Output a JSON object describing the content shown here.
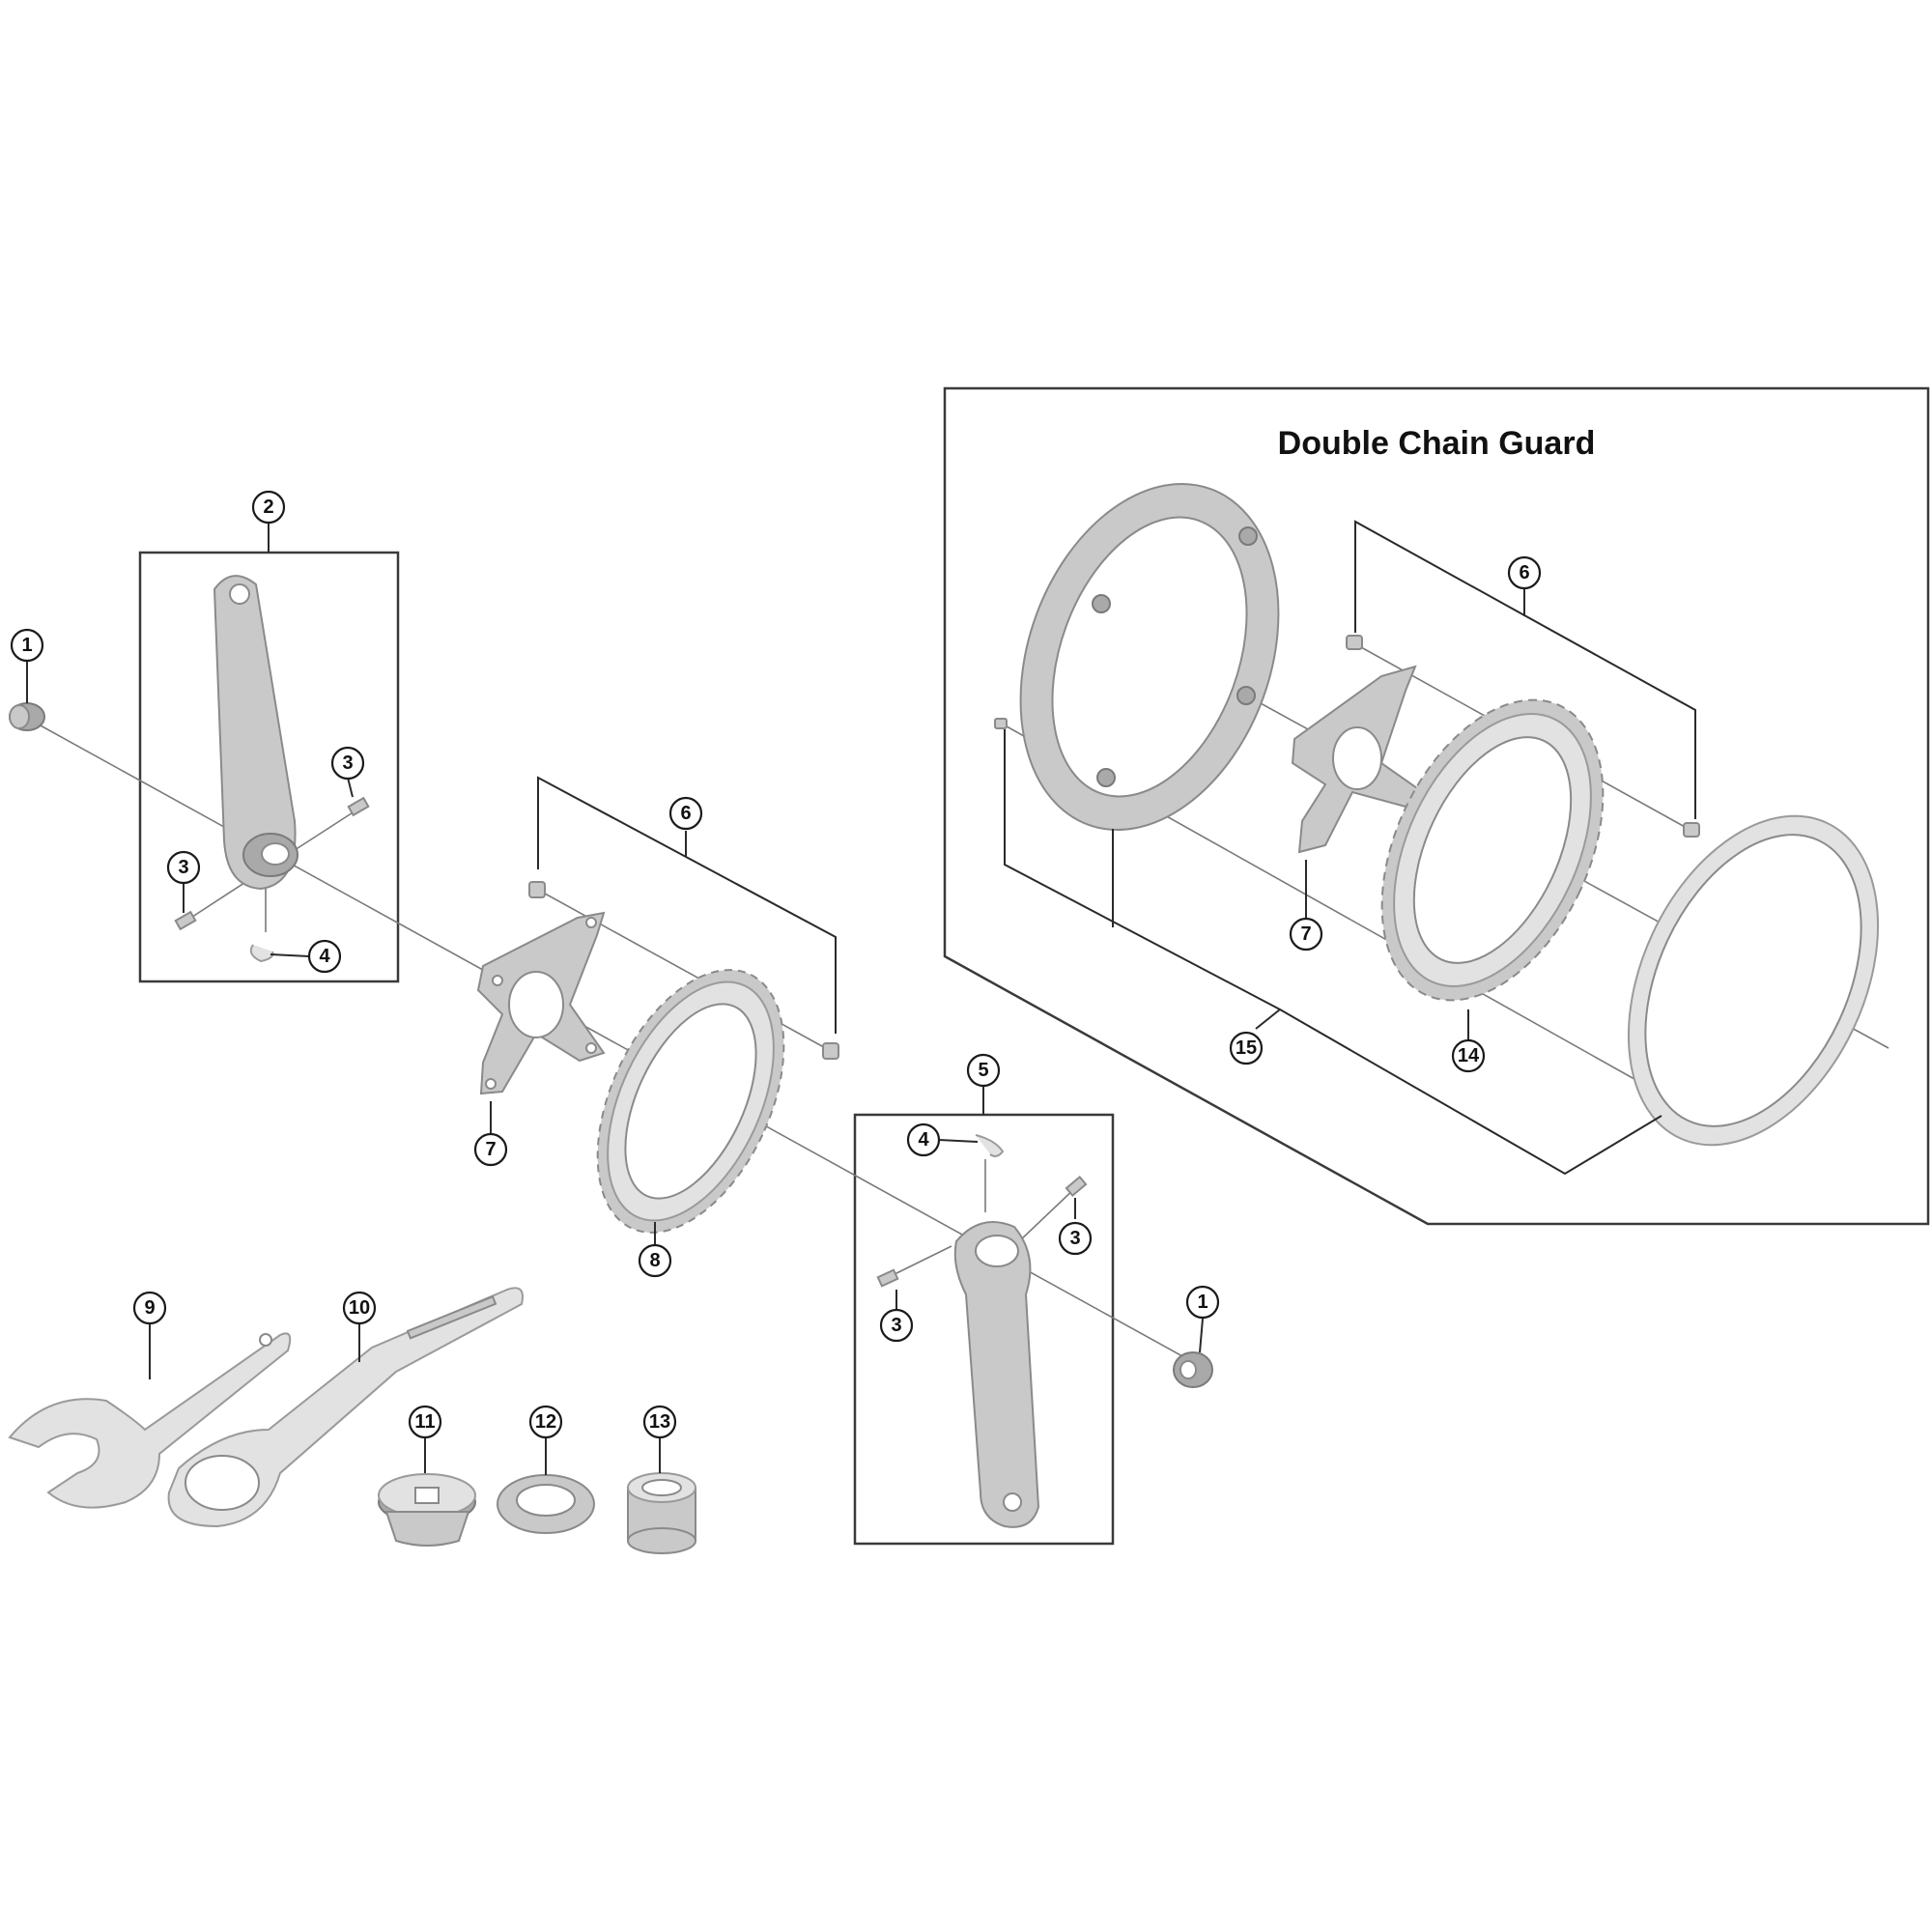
{
  "diagram": {
    "title": "Double Chain Guard"
  },
  "callouts": [
    {
      "id": "c1a",
      "label": "1"
    },
    {
      "id": "c2",
      "label": "2"
    },
    {
      "id": "c3a",
      "label": "3"
    },
    {
      "id": "c3b",
      "label": "3"
    },
    {
      "id": "c4a",
      "label": "4"
    },
    {
      "id": "c6a",
      "label": "6"
    },
    {
      "id": "c7a",
      "label": "7"
    },
    {
      "id": "c8",
      "label": "8"
    },
    {
      "id": "c5",
      "label": "5"
    },
    {
      "id": "c4b",
      "label": "4"
    },
    {
      "id": "c3c",
      "label": "3"
    },
    {
      "id": "c3d",
      "label": "3"
    },
    {
      "id": "c1b",
      "label": "1"
    },
    {
      "id": "c9",
      "label": "9"
    },
    {
      "id": "c10",
      "label": "10"
    },
    {
      "id": "c11",
      "label": "11"
    },
    {
      "id": "c12",
      "label": "12"
    },
    {
      "id": "c13",
      "label": "13"
    },
    {
      "id": "c6b",
      "label": "6"
    },
    {
      "id": "c7b",
      "label": "7"
    },
    {
      "id": "c15",
      "label": "15"
    },
    {
      "id": "c14",
      "label": "14"
    }
  ]
}
